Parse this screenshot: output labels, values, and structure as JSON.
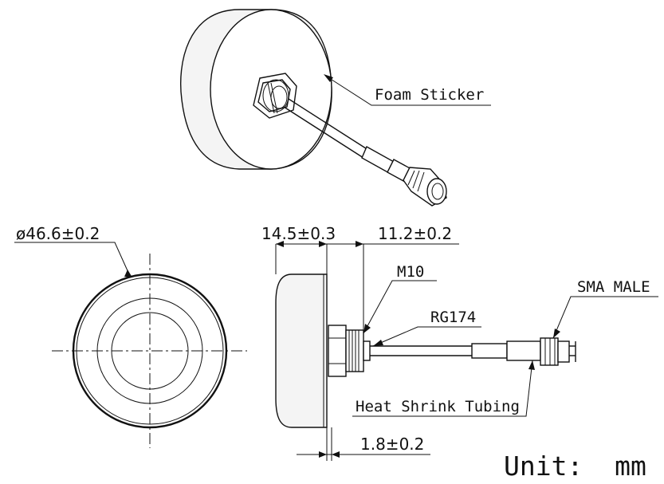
{
  "callouts": {
    "foam_sticker": "Foam Sticker",
    "m10": "M10",
    "rg174": "RG174",
    "sma_male": "SMA MALE",
    "heat_shrink": "Heat Shrink Tubing"
  },
  "dimensions": {
    "diameter": "ø46.6±0.2",
    "height": "14.5±0.3",
    "thread_length": "11.2±0.2",
    "base_thickness": "1.8±0.2"
  },
  "unit_label": "Unit:  mm"
}
